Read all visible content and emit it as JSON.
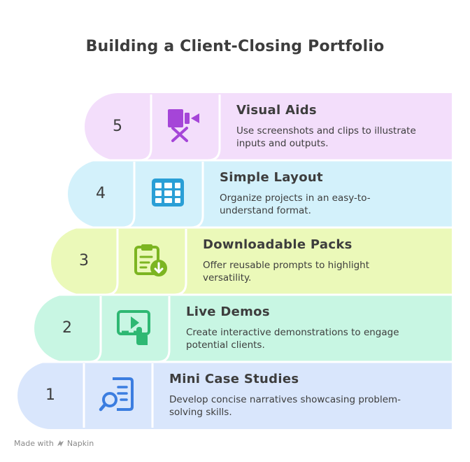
{
  "title": "Building a Client-Closing Portfolio",
  "steps": [
    {
      "number": "5",
      "title": "Visual Aids",
      "description": "Use screenshots and clips to illustrate inputs and outputs.",
      "icon": "video-off-icon",
      "color": "#f3defb",
      "icon_color": "#a545d8"
    },
    {
      "number": "4",
      "title": "Simple Layout",
      "description": "Organize projects in an easy-to-understand format.",
      "icon": "grid-layout-icon",
      "color": "#d3f1fb",
      "icon_color": "#2a9fd6"
    },
    {
      "number": "3",
      "title": "Downloadable Packs",
      "description": "Offer reusable prompts to highlight versatility.",
      "icon": "clipboard-download-icon",
      "color": "#ebf9b9",
      "icon_color": "#7cb521"
    },
    {
      "number": "2",
      "title": "Live Demos",
      "description": "Create interactive demonstrations to engage potential clients.",
      "icon": "interactive-play-icon",
      "color": "#c8f6e3",
      "icon_color": "#2eb873"
    },
    {
      "number": "1",
      "title": "Mini Case Studies",
      "description": "Develop concise narratives showcasing problem-solving skills.",
      "icon": "document-search-icon",
      "color": "#d9e6fc",
      "icon_color": "#3b7de0"
    }
  ],
  "footer": {
    "made_with": "Made with",
    "brand": "Napkin"
  }
}
